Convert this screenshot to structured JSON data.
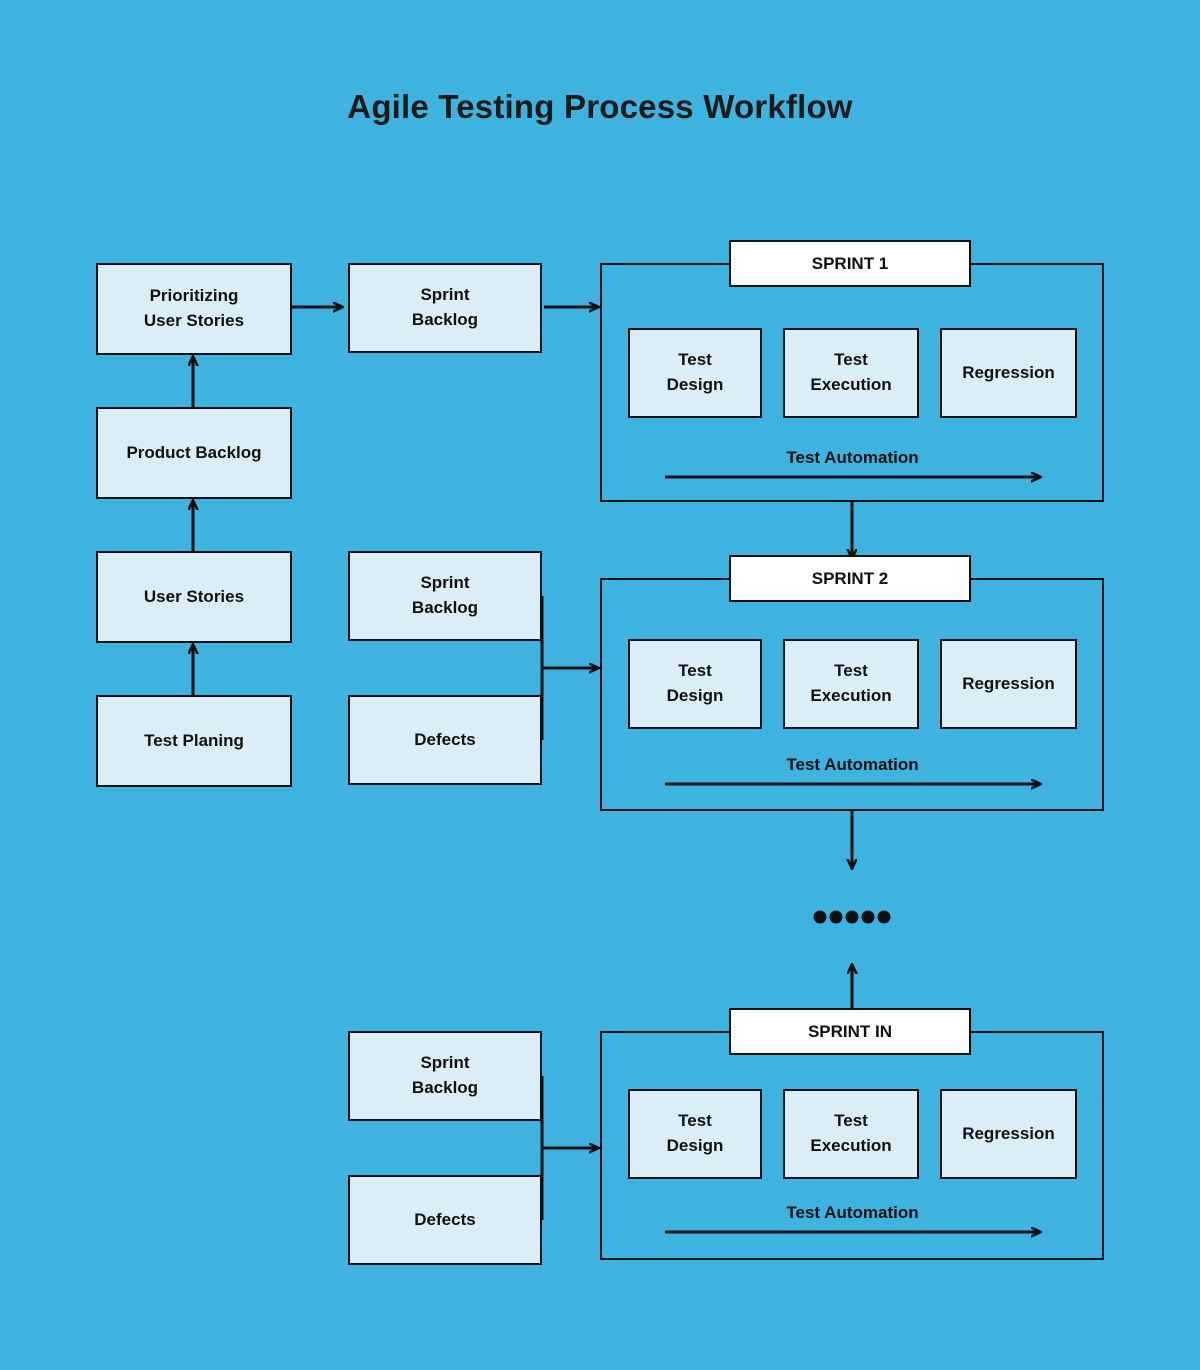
{
  "page": {
    "title": "Agile Testing Process Workflow",
    "background_color": "#3FB3E0",
    "node_fill_color": "#DBEEF7",
    "node_border_color": "#111111",
    "sprint_tab_fill_color": "#FFFFFF"
  },
  "left_column": {
    "nodes": [
      {
        "id": "prioritizing-user-stories",
        "line1": "Prioritizing",
        "line2": "User Stories"
      },
      {
        "id": "product-backlog",
        "line1": "Product Backlog",
        "line2": ""
      },
      {
        "id": "user-stories",
        "line1": "User Stories",
        "line2": ""
      },
      {
        "id": "test-planing",
        "line1": "Test Planing",
        "line2": ""
      }
    ]
  },
  "middle_column": {
    "groups": [
      {
        "id": "group-1",
        "nodes": [
          {
            "id": "sprint-backlog-1",
            "line1": "Sprint",
            "line2": "Backlog"
          }
        ]
      },
      {
        "id": "group-2",
        "nodes": [
          {
            "id": "sprint-backlog-2",
            "line1": "Sprint",
            "line2": "Backlog"
          },
          {
            "id": "defects-2",
            "line1": "Defects",
            "line2": ""
          }
        ]
      },
      {
        "id": "group-3",
        "nodes": [
          {
            "id": "sprint-backlog-3",
            "line1": "Sprint",
            "line2": "Backlog"
          },
          {
            "id": "defects-3",
            "line1": "Defects",
            "line2": ""
          }
        ]
      }
    ]
  },
  "sprints": [
    {
      "id": "sprint-1",
      "tab_label": "SPRINT 1",
      "stages": [
        {
          "id": "test-design",
          "line1": "Test",
          "line2": "Design"
        },
        {
          "id": "test-execution",
          "line1": "Test",
          "line2": "Execution"
        },
        {
          "id": "regression",
          "line1": "Regression",
          "line2": ""
        }
      ],
      "automation_label": "Test Automation"
    },
    {
      "id": "sprint-2",
      "tab_label": "SPRINT 2",
      "stages": [
        {
          "id": "test-design",
          "line1": "Test",
          "line2": "Design"
        },
        {
          "id": "test-execution",
          "line1": "Test",
          "line2": "Execution"
        },
        {
          "id": "regression",
          "line1": "Regression",
          "line2": ""
        }
      ],
      "automation_label": "Test Automation"
    },
    {
      "id": "sprint-in",
      "tab_label": "SPRINT IN",
      "stages": [
        {
          "id": "test-design",
          "line1": "Test",
          "line2": "Design"
        },
        {
          "id": "test-execution",
          "line1": "Test",
          "line2": "Execution"
        },
        {
          "id": "regression",
          "line1": "Regression",
          "line2": ""
        }
      ],
      "automation_label": "Test Automation"
    }
  ],
  "ellipsis": {
    "dot_count": 5,
    "label": "continuation-dots"
  }
}
